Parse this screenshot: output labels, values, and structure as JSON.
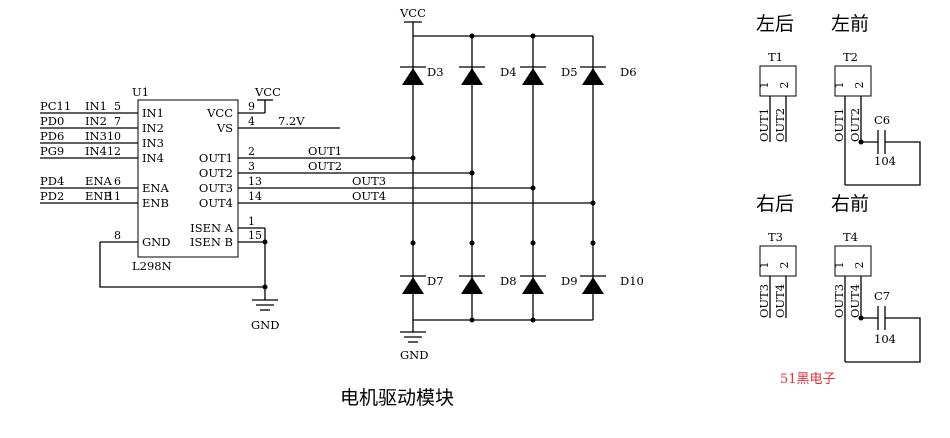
{
  "chip": {
    "ref": "U1",
    "part": "L298N",
    "left_pins": [
      {
        "net": "PC11",
        "name": "IN1",
        "num": "5"
      },
      {
        "net": "PD0",
        "name": "IN2",
        "num": "7"
      },
      {
        "net": "PD6",
        "name": "IN3",
        "num": "10"
      },
      {
        "net": "PG9",
        "name": "IN4",
        "num": "12"
      },
      {
        "net": "PD4",
        "name": "ENA",
        "num": "6"
      },
      {
        "net": "PD2",
        "name": "ENB",
        "num": "11"
      },
      {
        "net": "",
        "name": "GND",
        "num": "8"
      }
    ],
    "right_pins": [
      {
        "name": "VCC",
        "num": "9"
      },
      {
        "name": "VS",
        "num": "4"
      },
      {
        "name": "OUT1",
        "num": "2"
      },
      {
        "name": "OUT2",
        "num": "3"
      },
      {
        "name": "OUT3",
        "num": "13"
      },
      {
        "name": "OUT4",
        "num": "14"
      },
      {
        "name": "ISEN A",
        "num": "1"
      },
      {
        "name": "ISEN B",
        "num": "15"
      }
    ],
    "vs_voltage": "7.2V"
  },
  "power": {
    "vcc": "VCC",
    "gnd": "GND"
  },
  "nets": [
    "OUT1",
    "OUT2",
    "OUT3",
    "OUT4"
  ],
  "diodes": {
    "top": [
      "D3",
      "D4",
      "D5",
      "D6"
    ],
    "bottom": [
      "D7",
      "D8",
      "D9",
      "D10"
    ]
  },
  "motors": [
    {
      "title": "左后",
      "ref": "T1",
      "pins": [
        "OUT1",
        "OUT2"
      ],
      "cap": null
    },
    {
      "title": "左前",
      "ref": "T2",
      "pins": [
        "OUT1",
        "OUT2"
      ],
      "cap": {
        "ref": "C6",
        "value": "104"
      }
    },
    {
      "title": "右后",
      "ref": "T3",
      "pins": [
        "OUT3",
        "OUT4"
      ],
      "cap": null
    },
    {
      "title": "右前",
      "ref": "T4",
      "pins": [
        "OUT3",
        "OUT4"
      ],
      "cap": {
        "ref": "C7",
        "value": "104"
      }
    }
  ],
  "connector_pin_numbers": [
    "1",
    "2"
  ],
  "caption": "电机驱动模块",
  "watermark": "51黑电子",
  "colors": {
    "ink": "#000000",
    "watermark": "#e0303a",
    "background": "#ffffff"
  }
}
